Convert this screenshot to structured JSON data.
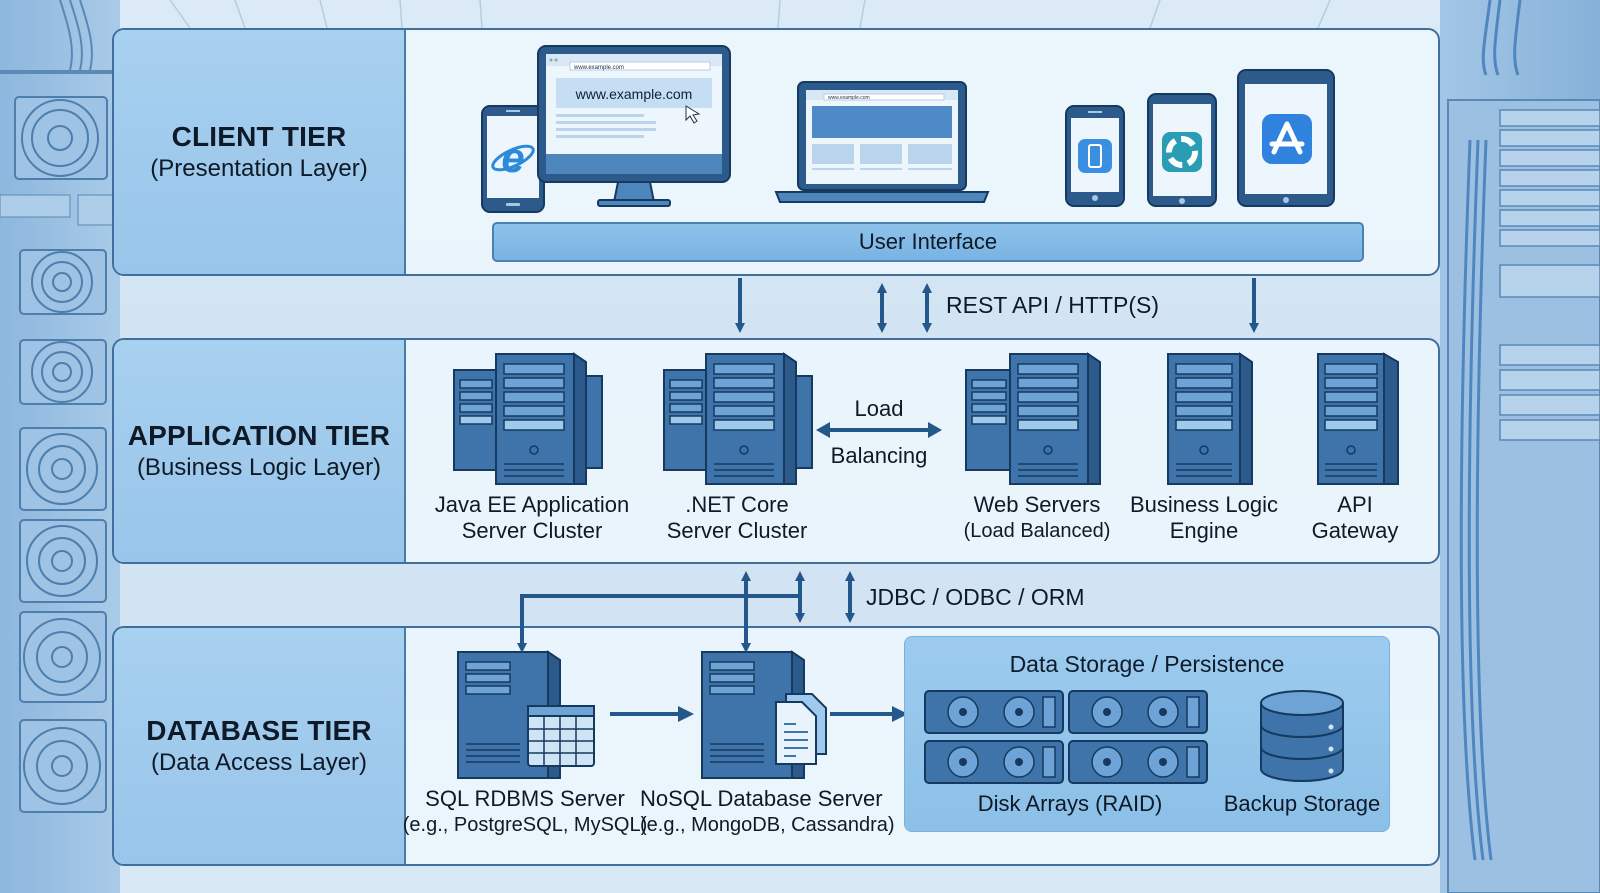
{
  "diagram": {
    "type": "three-tier-architecture",
    "colors": {
      "accent": "#2f5f8f",
      "server_body": "#3e74aa",
      "label_panel": "#9fcaed",
      "panel_bg": "#ecf5fc",
      "arrow": "#24588a"
    }
  },
  "tiers": {
    "client": {
      "title": "CLIENT TIER",
      "subtitle": "(Presentation Layer)",
      "devices": [
        {
          "name": "smartphone-browser",
          "icon": "internet-explorer-icon"
        },
        {
          "name": "desktop-monitor",
          "url_bar": "www.example.com",
          "banner": "www.example.com"
        },
        {
          "name": "laptop",
          "url_bar": "www.example.com"
        },
        {
          "name": "phone",
          "icon": "phone-app-icon"
        },
        {
          "name": "small-tablet",
          "icon": "app-icon"
        },
        {
          "name": "tablet",
          "icon": "app-store-icon"
        }
      ],
      "ui_bar_label": "User Interface"
    },
    "app": {
      "title": "APPLICATION TIER",
      "subtitle": "(Business Logic Layer)",
      "components": [
        {
          "line1": "Java EE Application",
          "line2": "Server Cluster"
        },
        {
          "line1": ".NET Core",
          "line2": "Server Cluster"
        },
        {
          "line1": "Web Servers",
          "line2": "(Load Balanced)"
        },
        {
          "line1": "Business Logic",
          "line2": "Engine"
        },
        {
          "line1": "API",
          "line2": "Gateway"
        }
      ],
      "load_balancing": {
        "line1": "Load",
        "line2": "Balancing"
      }
    },
    "db": {
      "title": "DATABASE TIER",
      "subtitle": "(Data Access Layer)",
      "components": [
        {
          "line1": "SQL RDBMS Server",
          "line2": "(e.g., PostgreSQL, MySQL)"
        },
        {
          "line1": "NoSQL Database Server",
          "line2": "(e.g., MongoDB, Cassandra)"
        }
      ],
      "storage": {
        "title": "Data Storage / Persistence",
        "disk_label": "Disk Arrays (RAID)",
        "backup_label": "Backup Storage"
      }
    }
  },
  "connections": {
    "client_app": "REST API / HTTP(S)",
    "app_db": "JDBC / ODBC / ORM"
  }
}
